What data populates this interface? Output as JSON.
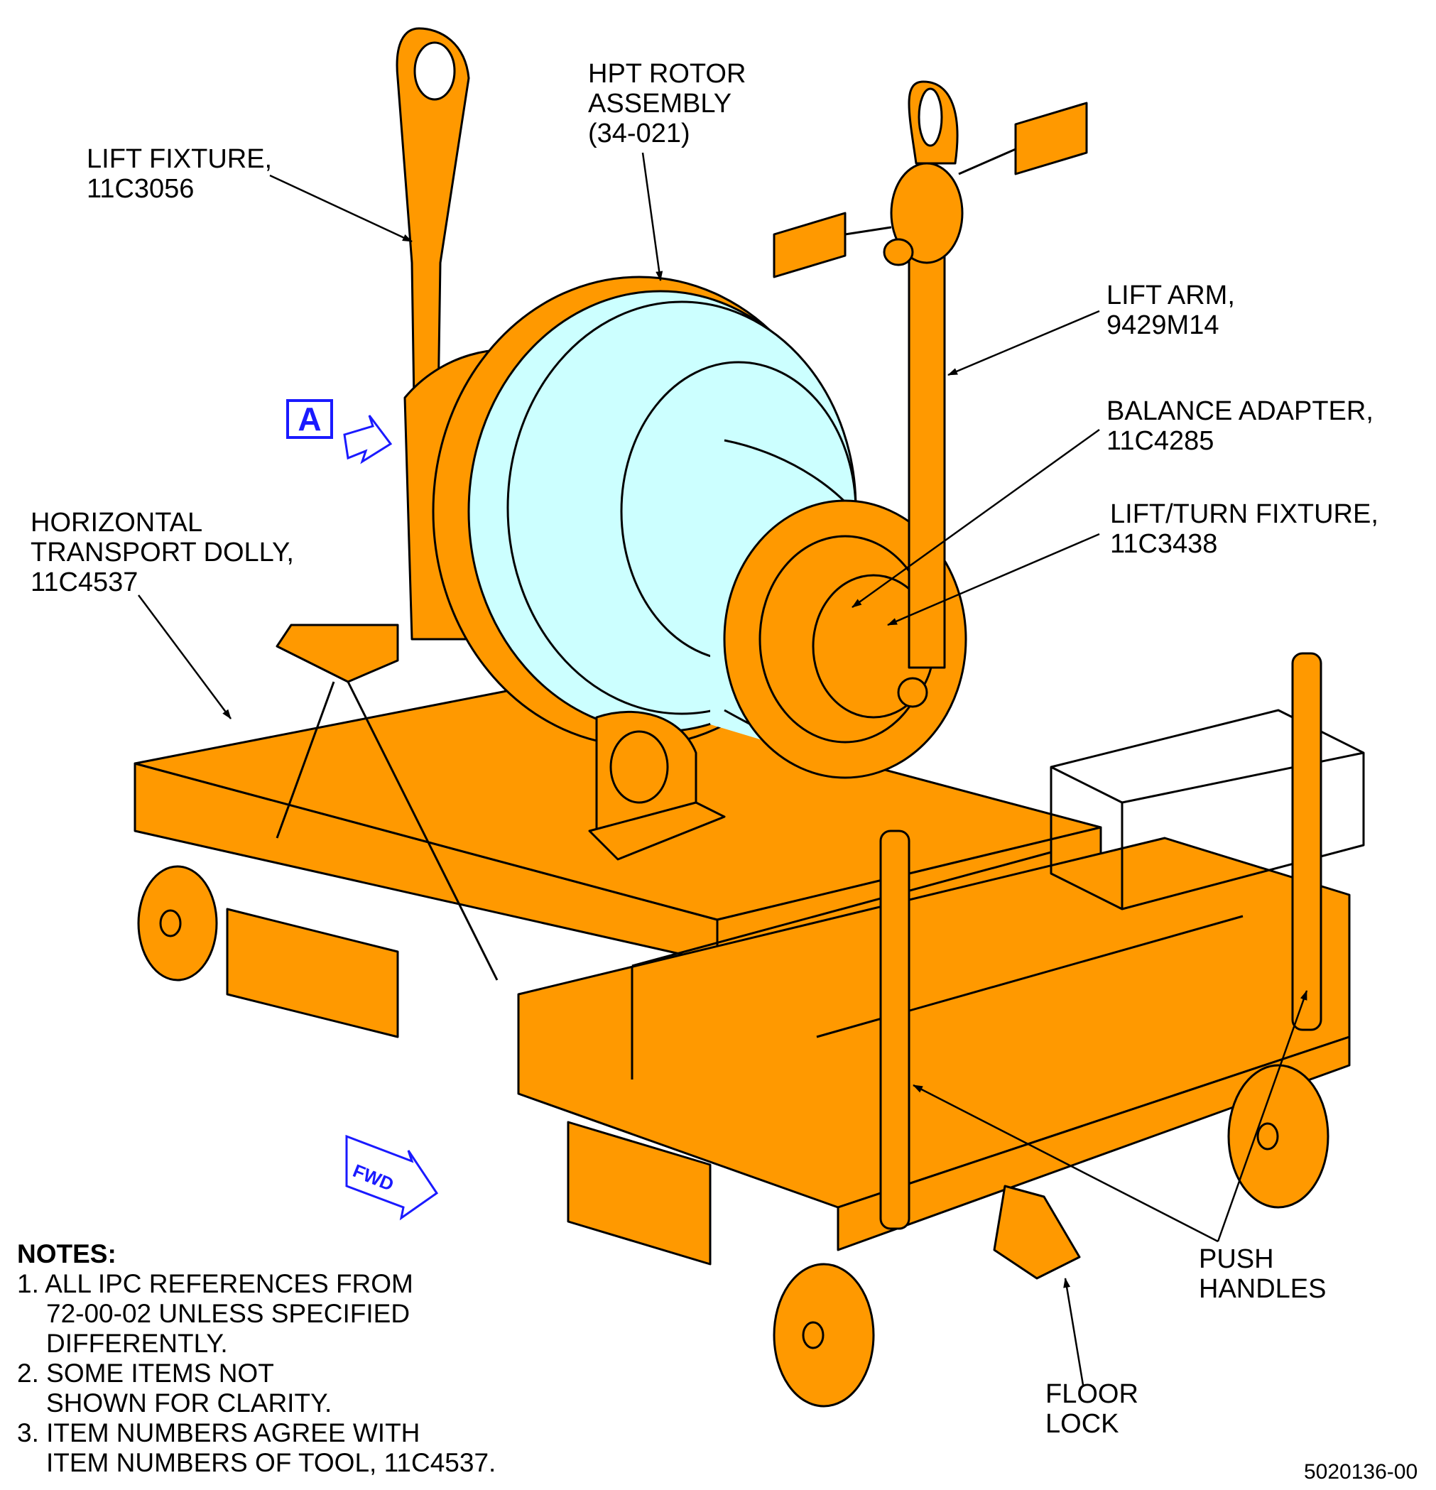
{
  "colors": {
    "structure": "#FF9900",
    "rotor": "#CCFFFF",
    "outline": "#000000",
    "callout_blue": "#1A1AFF"
  },
  "labels": {
    "lift_fixture": [
      "LIFT FIXTURE,",
      "11C3056"
    ],
    "hpt_rotor": [
      "HPT ROTOR",
      "ASSEMBLY",
      "(34-021)"
    ],
    "lift_arm": [
      "LIFT ARM,",
      "9429M14"
    ],
    "balance_adapter": [
      "BALANCE ADAPTER,",
      "11C4285"
    ],
    "lift_turn_fixture": [
      "LIFT/TURN FIXTURE,",
      "11C3438"
    ],
    "horizontal_dolly": [
      "HORIZONTAL",
      "TRANSPORT DOLLY,",
      "11C4537"
    ],
    "push_handles": [
      "PUSH",
      "HANDLES"
    ],
    "floor_lock": [
      "FLOOR",
      "LOCK"
    ]
  },
  "view_callout": "A",
  "fwd_arrow": "FWD",
  "notes": {
    "header": "NOTES:",
    "lines": [
      "1. ALL IPC REFERENCES FROM",
      "72-00-02 UNLESS SPECIFIED",
      "DIFFERENTLY.",
      "2. SOME ITEMS NOT",
      "SHOWN FOR CLARITY.",
      "3. ITEM NUMBERS AGREE WITH",
      "ITEM NUMBERS OF TOOL, 11C4537."
    ]
  },
  "figure_number": "5020136-00"
}
